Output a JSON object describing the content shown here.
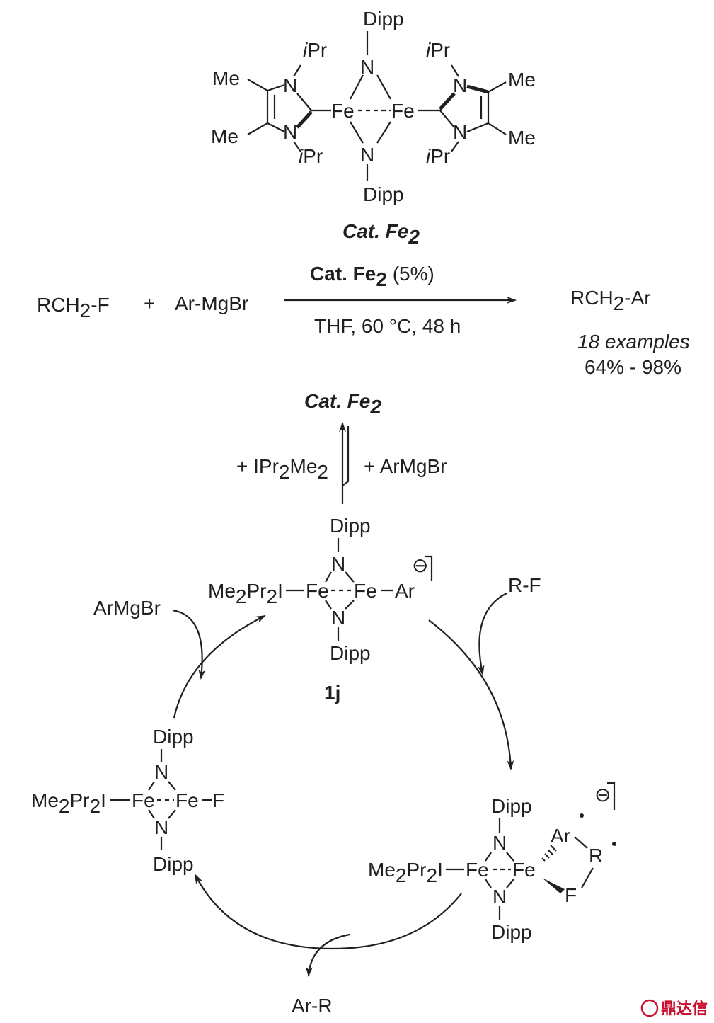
{
  "catalyst": {
    "dipp": "Dipp",
    "N": "N",
    "Fe": "Fe",
    "me": "Me",
    "ipr_sup": "i",
    "ipr_main": "Pr",
    "label_main": "Cat. Fe",
    "label_sub": "2"
  },
  "reaction": {
    "reactant1_a": "RCH",
    "reactant1_sub": "2",
    "reactant1_b": "-F",
    "plus": "+",
    "reactant2": "Ar-MgBr",
    "cond_top_bold": "Cat. Fe",
    "cond_top_sub": "2",
    "cond_top_rest": " (5%)",
    "cond_bottom": "THF, 60 °C, 48 h",
    "product_a": "RCH",
    "product_sub": "2",
    "product_b": "-Ar",
    "examples": "18 examples",
    "yields": "64% - 98%"
  },
  "equilibrium": {
    "top_label_main": "Cat. Fe",
    "top_label_sub": "2",
    "left_a": "+ IPr",
    "left_sub1": "2",
    "left_b": "Me",
    "left_sub2": "2",
    "right": "+ ArMgBr"
  },
  "cycle": {
    "ligand_a": "Me",
    "ligand_sub1": "2",
    "ligand_b": "Pr",
    "ligand_sub2": "2",
    "ligand_c": "I",
    "ar": "Ar",
    "F": "F",
    "R": "R",
    "charge": "⊖",
    "rf": "R-F",
    "armgbr": "ArMgBr",
    "arr": "Ar-R",
    "label_1j": "1j"
  },
  "watermark": "鼎达信"
}
